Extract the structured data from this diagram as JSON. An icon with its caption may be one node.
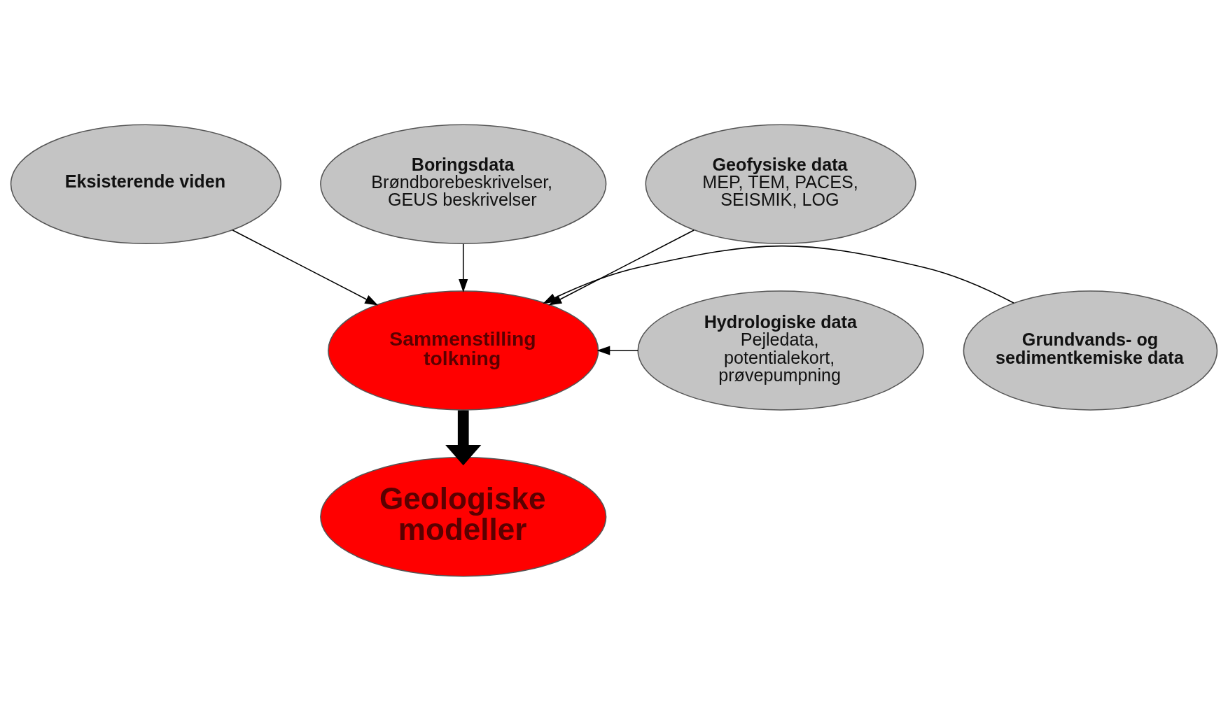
{
  "diagram": {
    "nodes": [
      {
        "text": [
          "Eksisterende viden"
        ]
      },
      {
        "text": [
          "Boringsdata",
          "Brøndborebeskrivelser, GEUS beskrivelser"
        ]
      },
      {
        "text": [
          "Geofysiske data",
          "MEP, TEM, PACES, SEISMIK, LOG"
        ]
      },
      {
        "text": [
          "Sammenstilling tolkning"
        ]
      },
      {
        "text": [
          "Hydrologiske data",
          "Pejledata, potentialekort, prøvepumpning"
        ]
      },
      {
        "text": [
          "Grundvands- og sedimentkemiske data"
        ]
      },
      {
        "text": [
          "Geologiske modeller"
        ]
      }
    ],
    "edges": [
      {
        "from": 1,
        "to": 3,
        "arrow": "to"
      },
      {
        "from": 0,
        "to": 3,
        "arrow": "to"
      },
      {
        "from": 2,
        "to": 3,
        "arrow": "to"
      },
      {
        "from": 4,
        "to": 3,
        "arrow": "to"
      },
      {
        "from": 5,
        "to": 3,
        "arrow": "to"
      },
      {
        "from": 3,
        "to": 6,
        "arrow": "to",
        "style": "thick"
      }
    ]
  }
}
